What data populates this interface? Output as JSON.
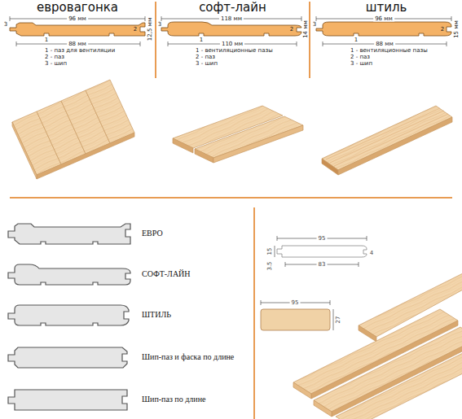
{
  "diagram": {
    "nodes": [
      {
        "text": [
          "евровагонка"
        ]
      },
      {
        "text": [
          "софт-лайн"
        ]
      },
      {
        "text": [
          "штиль"
        ]
      },
      {
        "text": [
          "ЕВРО"
        ]
      },
      {
        "text": [
          "СОФТ-ЛАЙН"
        ]
      },
      {
        "text": [
          "ШТИЛЬ"
        ]
      },
      {
        "text": [
          "Шип-паз и фаска по длине"
        ]
      },
      {
        "text": [
          "Шип-паз по длине"
        ]
      }
    ],
    "labels": [
      "96 мм",
      "3",
      "2",
      "1",
      "12,5 мм",
      "88 мм",
      "1 - паз для вентиляции",
      "2 - паз",
      "3 - шип",
      "118 мм",
      "3",
      "2",
      "1",
      "14 мм",
      "110 мм",
      "1 - вентиляционные пазы",
      "2 - паз",
      "3 - шип",
      "96 мм",
      "3",
      "2",
      "1",
      "15 мм",
      "88 мм",
      "1 - вентиляционные пазы",
      "2 - паз",
      "3 - шип",
      "95",
      "15",
      "3.5",
      "83",
      "4",
      "95",
      "27"
    ]
  }
}
